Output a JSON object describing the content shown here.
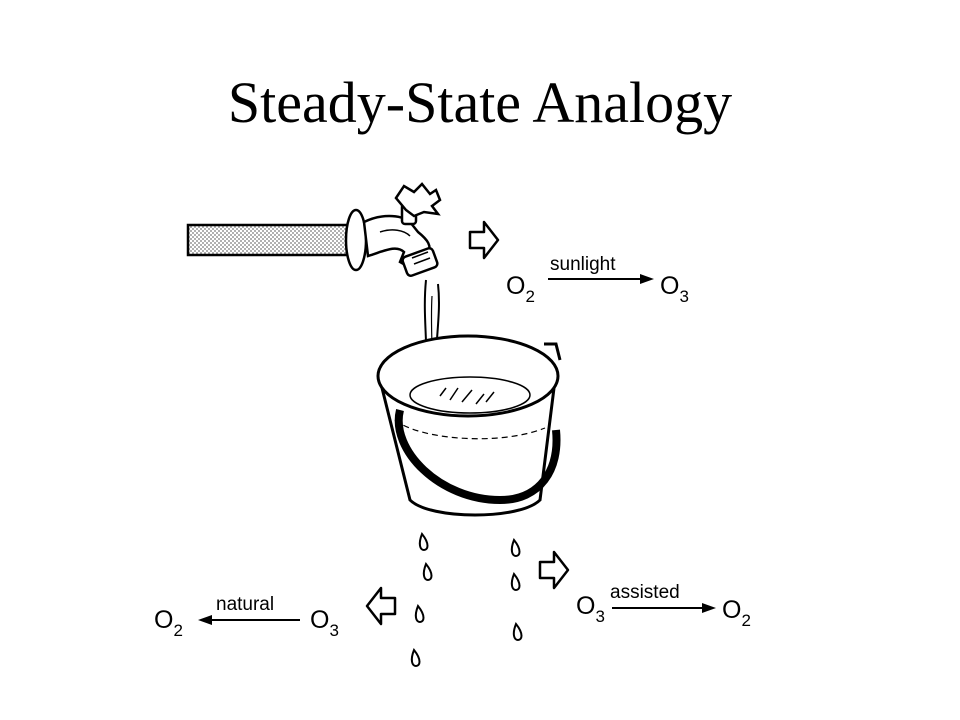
{
  "title": "Steady-State Analogy",
  "reactions": {
    "top": {
      "from": "O",
      "from_sub": "2",
      "label": "sunlight",
      "to": "O",
      "to_sub": "3"
    },
    "left": {
      "from": "O",
      "from_sub": "3",
      "label": "natural",
      "to": "O",
      "to_sub": "2"
    },
    "right": {
      "from": "O",
      "from_sub": "3",
      "label": "assisted",
      "to": "O",
      "to_sub": "2"
    }
  },
  "illustration": {
    "hose": "hose",
    "faucet": "faucet",
    "water_stream": "water stream",
    "bucket": "bucket",
    "drips": "drips",
    "arrows": "process arrows"
  }
}
